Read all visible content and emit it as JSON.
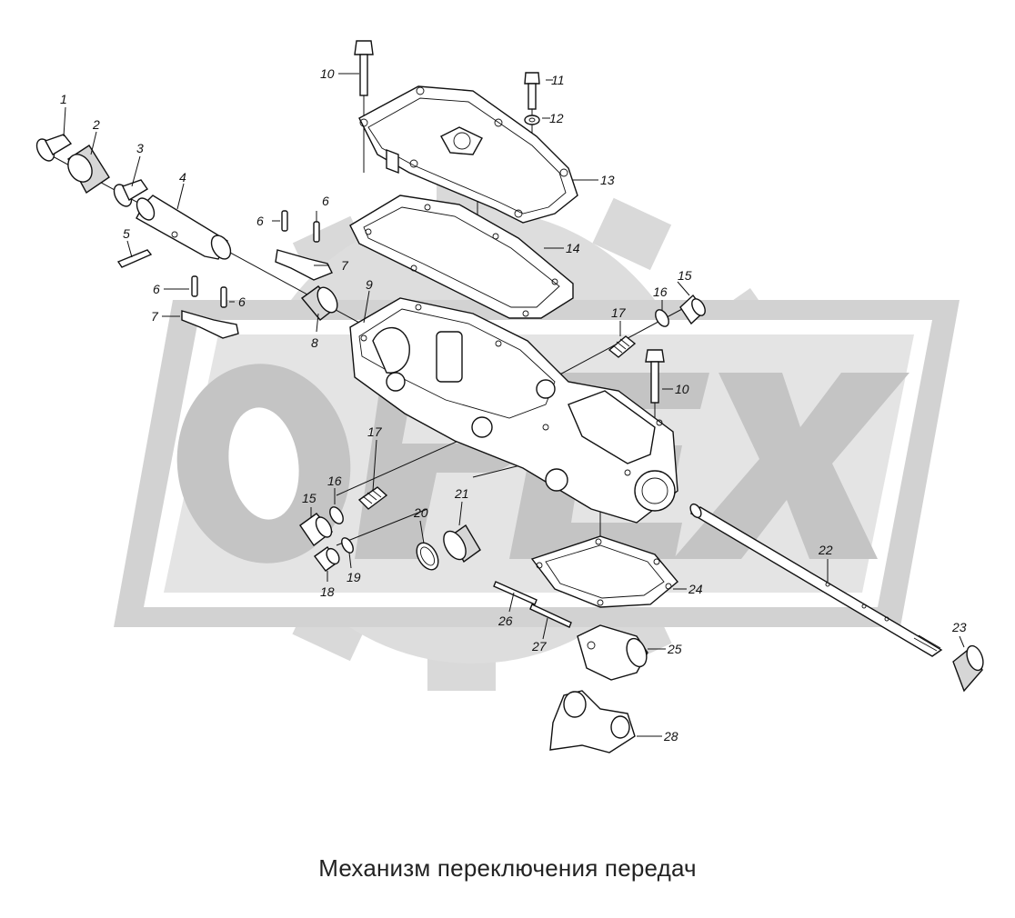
{
  "caption": "Механизм переключения передач",
  "watermark": {
    "text": "ОРЕХ",
    "color": "#c8c8c8",
    "frame_color": "#d9d9d9"
  },
  "callouts": {
    "c1": "1",
    "c2": "2",
    "c3": "3",
    "c4": "4",
    "c5": "5",
    "c6a": "6",
    "c6b": "6",
    "c6c": "6",
    "c6d": "6",
    "c7a": "7",
    "c7b": "7",
    "c8": "8",
    "c9": "9",
    "c10a": "10",
    "c10b": "10",
    "c11": "11",
    "c12": "12",
    "c13": "13",
    "c14": "14",
    "c15a": "15",
    "c15b": "15",
    "c16a": "16",
    "c16b": "16",
    "c17a": "17",
    "c17b": "17",
    "c18": "18",
    "c19": "19",
    "c20": "20",
    "c21": "21",
    "c22": "22",
    "c23": "23",
    "c24": "24",
    "c25": "25",
    "c26": "26",
    "c27": "27",
    "c28": "28"
  }
}
